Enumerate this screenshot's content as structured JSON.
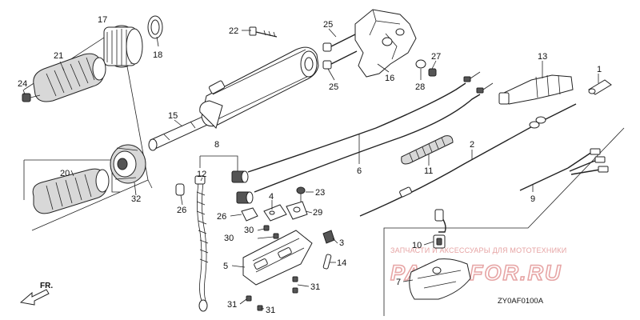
{
  "diagram": {
    "code": "ZY0AF0100A",
    "direction_label": "FR.",
    "watermark": {
      "tagline": "ЗАПЧАСТИ И АКСЕССУАРЫ ДЛЯ МОТОТЕХНИКИ",
      "brand": "PARTSFOR.RU"
    },
    "callouts": [
      {
        "id": "1",
        "text": "1"
      },
      {
        "id": "2",
        "text": "2"
      },
      {
        "id": "3",
        "text": "3"
      },
      {
        "id": "4",
        "text": "4"
      },
      {
        "id": "5",
        "text": "5"
      },
      {
        "id": "6",
        "text": "6"
      },
      {
        "id": "7",
        "text": "7"
      },
      {
        "id": "8",
        "text": "8"
      },
      {
        "id": "9",
        "text": "9"
      },
      {
        "id": "10",
        "text": "10"
      },
      {
        "id": "11",
        "text": "11"
      },
      {
        "id": "12",
        "text": "12"
      },
      {
        "id": "13",
        "text": "13"
      },
      {
        "id": "14",
        "text": "14"
      },
      {
        "id": "15",
        "text": "15"
      },
      {
        "id": "16",
        "text": "16"
      },
      {
        "id": "17",
        "text": "17"
      },
      {
        "id": "18",
        "text": "18"
      },
      {
        "id": "20",
        "text": "20"
      },
      {
        "id": "21",
        "text": "21"
      },
      {
        "id": "22",
        "text": "22"
      },
      {
        "id": "23",
        "text": "23"
      },
      {
        "id": "24",
        "text": "24"
      },
      {
        "id": "25",
        "text": "25"
      },
      {
        "id": "26",
        "text": "26"
      },
      {
        "id": "27",
        "text": "27"
      },
      {
        "id": "28",
        "text": "28"
      },
      {
        "id": "29",
        "text": "29"
      },
      {
        "id": "30",
        "text": "30"
      },
      {
        "id": "31",
        "text": "31"
      },
      {
        "id": "32",
        "text": "32"
      }
    ]
  }
}
